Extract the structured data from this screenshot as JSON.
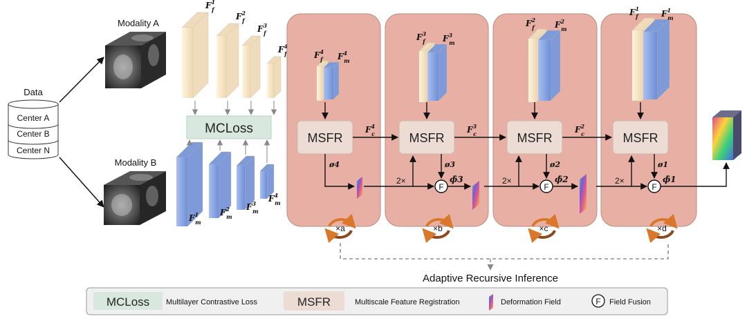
{
  "data_panel": {
    "title": "Data",
    "centers": [
      "Center A",
      "Center B",
      "Center N"
    ]
  },
  "modalities": {
    "a_label": "Modality A",
    "b_label": "Modality B"
  },
  "features": {
    "F_base": "F",
    "fixed_sub": "f",
    "moving_sub": "m",
    "corr_sub": "c",
    "levels": [
      "1",
      "2",
      "3",
      "4"
    ]
  },
  "mcloss_label": "MCLoss",
  "msfr_label": "MSFR",
  "upsample_label": "2×",
  "fusion_symbol": "F",
  "flows": {
    "phi_base": "ø",
    "phi_hat_base": "ϕ̂",
    "levels": [
      "4",
      "3",
      "2",
      "1"
    ]
  },
  "recursion": [
    "×a",
    "×b",
    "×c",
    "×d"
  ],
  "recursive_caption": "Adaptive Recursive Inference",
  "legend": {
    "mcloss_box": "MCLoss",
    "mcloss_text": "Multilayer Contrastive Loss",
    "msfr_box": "MSFR",
    "msfr_text": "Multiscale Feature Registration",
    "deform_text": "Deformation Field",
    "fusion_symbol": "F",
    "fusion_text": "Field Fusion"
  },
  "colors": {
    "panel": "#e8b0a4",
    "fixed_feature": "#f6e6c8",
    "moving_feature": "#8fa9e0",
    "mcloss": "#d8e8df",
    "msfr": "#ecdcd4",
    "recursion_arrow": "#d9782a"
  }
}
